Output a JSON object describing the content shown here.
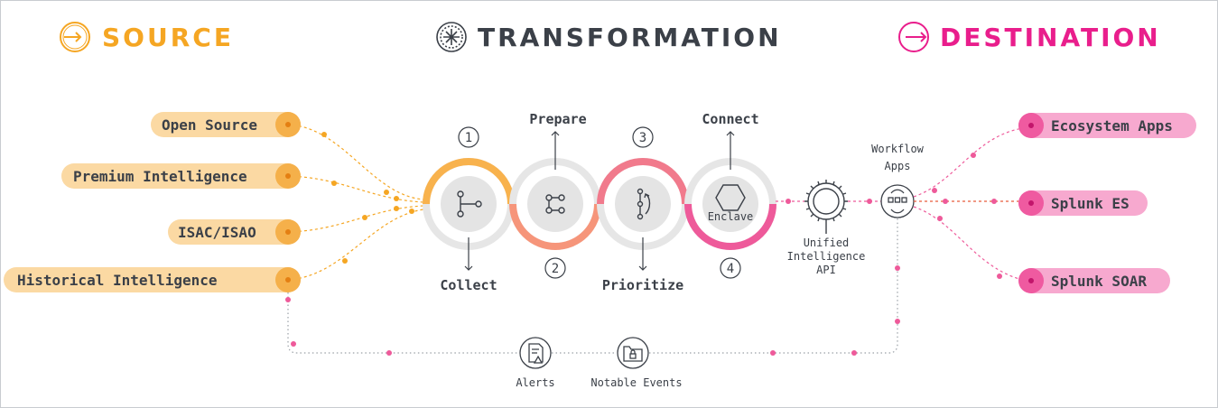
{
  "headers": {
    "source": "SOURCE",
    "transformation": "TRANSFORMATION",
    "destination": "DESTINATION"
  },
  "sources": [
    "Open Source",
    "Premium Intelligence",
    "ISAC/ISAO",
    "Historical Intelligence"
  ],
  "steps": [
    {
      "number": "1",
      "label": "Collect"
    },
    {
      "number": "2",
      "label": "Prepare"
    },
    {
      "number": "3",
      "label": "Prioritize"
    },
    {
      "number": "4",
      "label": "Connect"
    }
  ],
  "enclave_label": "Enclave",
  "api": {
    "line1": "Unified",
    "line2": "Intelligence",
    "line3": "API"
  },
  "workflow": {
    "line1": "Workflow",
    "line2": "Apps"
  },
  "destinations": [
    "Ecosystem Apps",
    "Splunk ES",
    "Splunk SOAR"
  ],
  "feedback": {
    "alerts": "Alerts",
    "notable_events": "Notable Events"
  },
  "colors": {
    "source": "#f5a623",
    "source_pill": "#fbd9a3",
    "destination": "#e91e8c",
    "destination_pill": "#f7a9cf",
    "text_dark": "#3b4048",
    "ring_gray": "#e6e6e6"
  },
  "icons": [
    "source-circle-arrow-icon",
    "transformation-compass-icon",
    "destination-circle-arrow-icon",
    "gear-api-icon",
    "workflow-apps-icon",
    "alert-document-icon",
    "notable-events-folder-icon"
  ]
}
